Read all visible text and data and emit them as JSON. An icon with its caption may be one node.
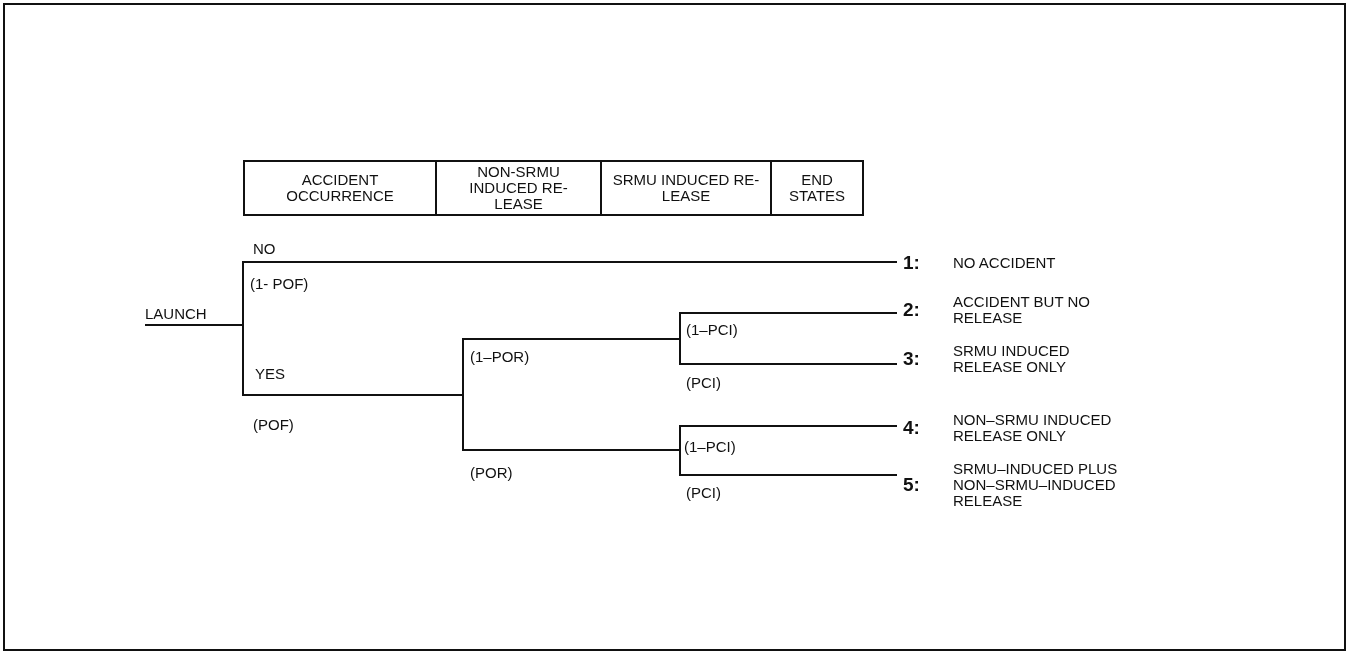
{
  "diagram": {
    "nodes": [
      {
        "text": [
          "LAUNCH"
        ]
      },
      {
        "text": [
          "1:",
          "NO ACCIDENT"
        ]
      },
      {
        "text": [
          "2:",
          "ACCIDENT BUT NO RELEASE"
        ]
      },
      {
        "text": [
          "3:",
          "SRMU INDUCED RELEASE ONLY"
        ]
      },
      {
        "text": [
          "4:",
          "NON–SRMU INDUCED RELEASE ONLY"
        ]
      },
      {
        "text": [
          "5:",
          "SRMU–INDUCED PLUS NON–SRMU–INDUCED RELEASE"
        ]
      }
    ],
    "edges": [
      {
        "from": 0,
        "to": 1,
        "arrow": "none"
      },
      {
        "from": 0,
        "to": 2,
        "arrow": "none"
      },
      {
        "from": 0,
        "to": 3,
        "arrow": "none"
      },
      {
        "from": 0,
        "to": 4,
        "arrow": "none"
      },
      {
        "from": 0,
        "to": 5,
        "arrow": "none"
      }
    ],
    "labels": [
      "ACCIDENT OCCURRENCE",
      "NON-SRMU INDUCED RE- LEASE",
      "SRMU INDUCED RE- LEASE",
      "END STATES",
      "NO",
      "(1- POF)",
      "(1–PCI)",
      "(1–POR)",
      "YES",
      "(PCI)",
      "(POF)",
      "(1–PCI)",
      "(POR)",
      "(PCI)"
    ]
  }
}
